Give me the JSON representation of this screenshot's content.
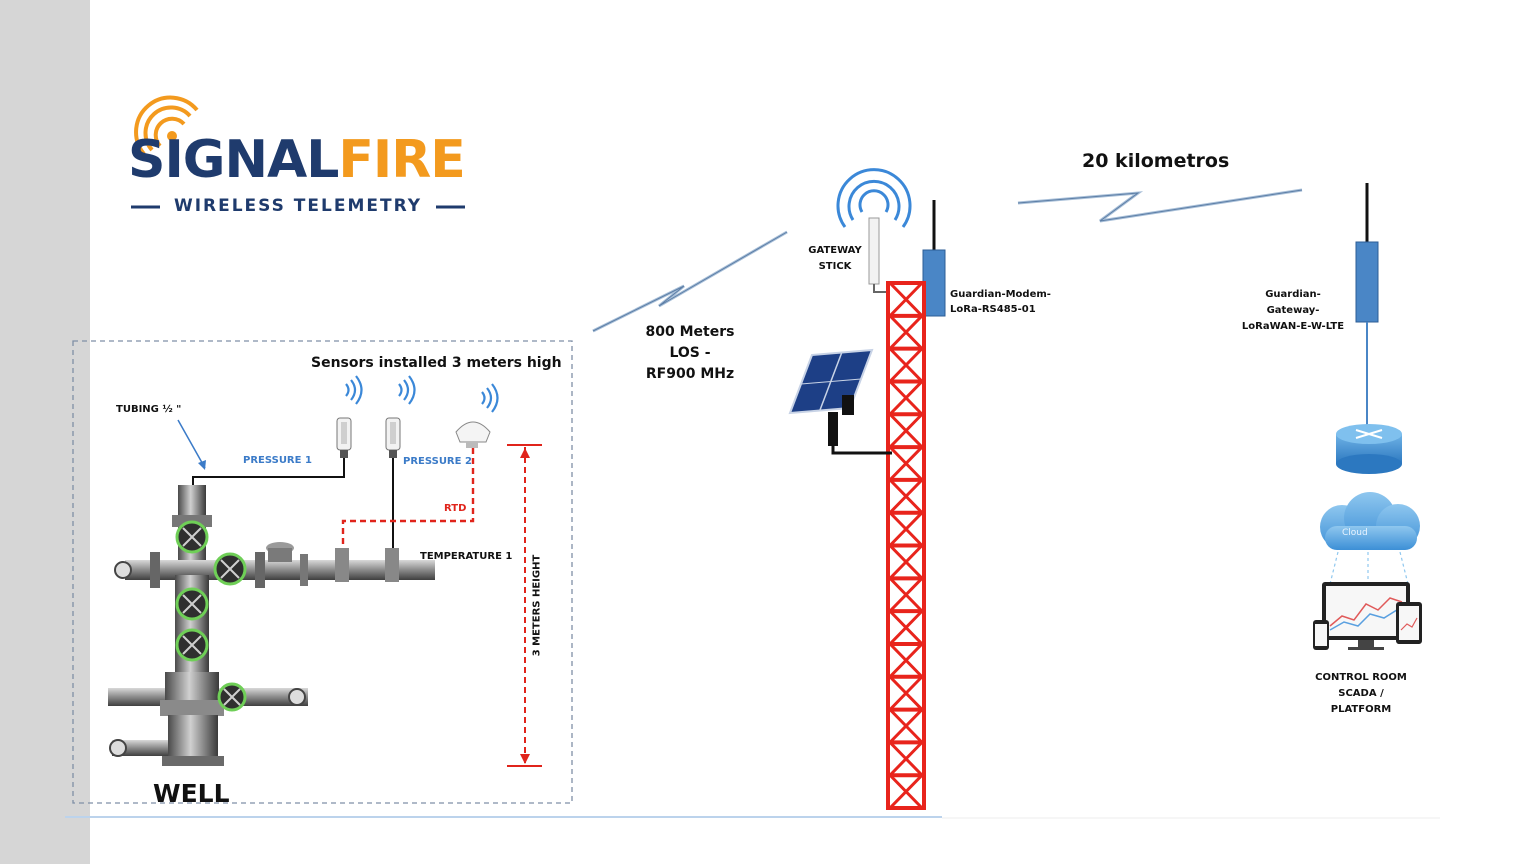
{
  "logo": {
    "brand_part1": "SIGNAL",
    "brand_part2": "FIRE",
    "tagline": "WIRELESS TELEMETRY"
  },
  "well": {
    "sensors_title": "Sensors installed 3 meters high",
    "tubing_label": "TUBING ½ \"",
    "pressure1_label": "PRESSURE 1",
    "pressure2_label": "PRESSURE 2",
    "rtd_label": "RTD",
    "temperature_label": "TEMPERATURE 1",
    "height_label": "3 METERS HEIGHT",
    "well_label": "WELL"
  },
  "link_short": {
    "line1": "800 Meters",
    "line2": "LOS -",
    "line3": "RF900 MHz"
  },
  "link_long": {
    "label": "20 kilometros"
  },
  "tower": {
    "gateway_stick_line1": "GATEWAY",
    "gateway_stick_line2": "STICK",
    "modem_line1": "Guardian-Modem-",
    "modem_line2": "LoRa-RS485-01"
  },
  "remote": {
    "gateway_line1": "Guardian-",
    "gateway_line2": "Gateway-",
    "gateway_line3": "LoRaWAN-E-W-LTE",
    "cloud_label": "Cloud",
    "control_line1": "CONTROL ROOM",
    "control_line2": "SCADA /",
    "control_line3": "PLATFORM"
  },
  "colors": {
    "tower_red": "#e8241c",
    "navy": "#1f3b6d",
    "orange": "#f39a1e",
    "accent_blue": "#3b7bc8",
    "antenna_blue": "#4a86c6"
  }
}
